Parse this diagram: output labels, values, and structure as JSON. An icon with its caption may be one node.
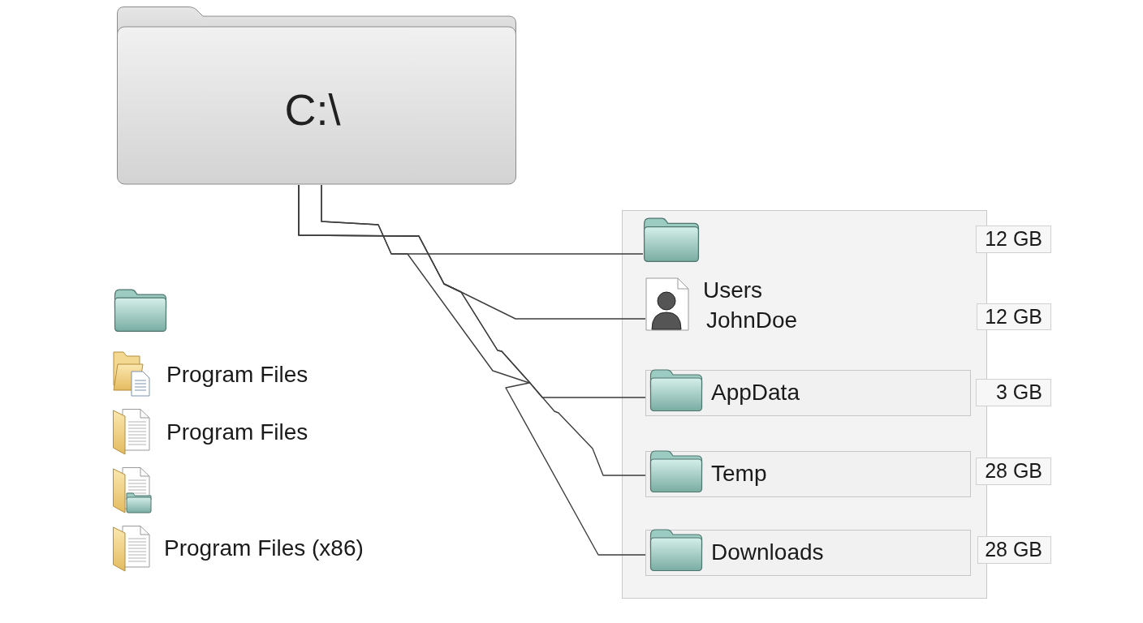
{
  "diagram": {
    "nodes": [
      {
        "text": [
          "C:\\"
        ]
      },
      {
        "text": [],
        "shape": "box"
      },
      {
        "text": [],
        "shape": "picture",
        "in": 1
      },
      {
        "text": [
          "12 GB"
        ]
      },
      {
        "text": [
          "Users",
          "JohnDoe"
        ],
        "in": 1
      },
      {
        "text": [
          "12 GB"
        ]
      },
      {
        "text": [
          "AppData"
        ],
        "in": 1
      },
      {
        "text": [
          "3 GB"
        ]
      },
      {
        "text": [
          "Temp"
        ],
        "in": 1
      },
      {
        "text": [
          "28 GB"
        ]
      },
      {
        "text": [
          "Downloads"
        ],
        "in": 1
      },
      {
        "text": [
          "28 GB"
        ]
      }
    ],
    "edges": [
      {
        "from": 0,
        "to": 2,
        "arrow": "none"
      },
      {
        "from": 0,
        "to": 4,
        "arrow": "none"
      },
      {
        "from": 0,
        "to": 6,
        "arrow": "none"
      },
      {
        "from": 0,
        "to": 8,
        "arrow": "none"
      },
      {
        "from": 0,
        "to": 10,
        "arrow": "none"
      }
    ],
    "labels": [
      "Program Files",
      "Program Files",
      "Program Files (x86)"
    ]
  }
}
